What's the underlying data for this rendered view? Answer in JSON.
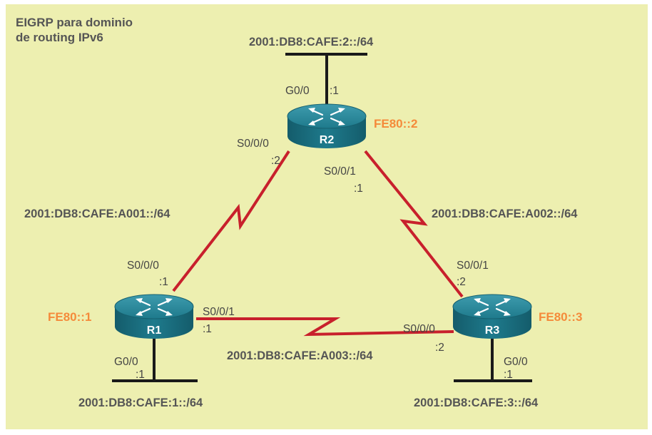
{
  "title": {
    "line1": "EIGRP para dominio",
    "line2": "de routing IPv6"
  },
  "colors": {
    "background": "#EDEFB0",
    "serial_link": "#C8202C",
    "lan_wire": "#1a1a1a",
    "link_local": "#F58A3A",
    "label_text": "#555555",
    "router_body": "#1E7A8C"
  },
  "routers": {
    "r1": {
      "name": "R1",
      "link_local": "FE80::1",
      "icon": "router-icon"
    },
    "r2": {
      "name": "R2",
      "link_local": "FE80::2",
      "icon": "router-icon"
    },
    "r3": {
      "name": "R3",
      "link_local": "FE80::3",
      "icon": "router-icon"
    }
  },
  "lans": {
    "r1": {
      "prefix": "2001:DB8:CAFE:1::/64",
      "iface": "G0/0",
      "host": ":1"
    },
    "r2": {
      "prefix": "2001:DB8:CAFE:2::/64",
      "iface": "G0/0",
      "host": ":1"
    },
    "r3": {
      "prefix": "2001:DB8:CAFE:3::/64",
      "iface": "G0/0",
      "host": ":1"
    }
  },
  "links": {
    "r1_r2": {
      "prefix": "2001:DB8:CAFE:A001::/64",
      "r1_iface": "S0/0/0",
      "r1_host": ":1",
      "r2_iface": "S0/0/0",
      "r2_host": ":2"
    },
    "r2_r3": {
      "prefix": "2001:DB8:CAFE:A002::/64",
      "r2_iface": "S0/0/1",
      "r2_host": ":1",
      "r3_iface": "S0/0/1",
      "r3_host": ":2"
    },
    "r1_r3": {
      "prefix": "2001:DB8:CAFE:A003::/64",
      "r1_iface": "S0/0/1",
      "r1_host": ":1",
      "r3_iface": "S0/0/0",
      "r3_host": ":2"
    }
  }
}
